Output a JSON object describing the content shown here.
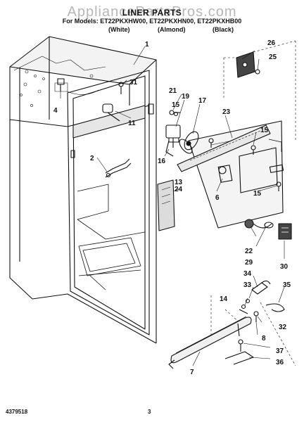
{
  "header": {
    "watermark": "AppliancePartsPros.com",
    "title": "LINER PARTS",
    "models": "For Models: ET22PKXHW00, ET22PKXHN00, ET22PKXHB00",
    "colors": [
      "(White)",
      "(Almond)",
      "(Black)"
    ]
  },
  "footer": {
    "doc_number": "4379518",
    "page_number": "3"
  },
  "callouts": [
    {
      "id": "c1",
      "label": "1"
    },
    {
      "id": "c2",
      "label": "2"
    },
    {
      "id": "c4",
      "label": "4"
    },
    {
      "id": "c6",
      "label": "6"
    },
    {
      "id": "c7",
      "label": "7"
    },
    {
      "id": "c8",
      "label": "8"
    },
    {
      "id": "c11",
      "label": "11"
    },
    {
      "id": "c13",
      "label": "13"
    },
    {
      "id": "c24",
      "label": "24"
    },
    {
      "id": "c14",
      "label": "14"
    },
    {
      "id": "c15a",
      "label": "15"
    },
    {
      "id": "c15b",
      "label": "15"
    },
    {
      "id": "c15c",
      "label": "15"
    },
    {
      "id": "c16",
      "label": "16"
    },
    {
      "id": "c17",
      "label": "17"
    },
    {
      "id": "c19",
      "label": "19"
    },
    {
      "id": "c21",
      "label": "21"
    },
    {
      "id": "c22",
      "label": "22"
    },
    {
      "id": "c23",
      "label": "23"
    },
    {
      "id": "c25",
      "label": "25"
    },
    {
      "id": "c26",
      "label": "26"
    },
    {
      "id": "c29",
      "label": "29"
    },
    {
      "id": "c30",
      "label": "30"
    },
    {
      "id": "c31",
      "label": "31"
    },
    {
      "id": "c32",
      "label": "32"
    },
    {
      "id": "c33",
      "label": "33"
    },
    {
      "id": "c34",
      "label": "34"
    },
    {
      "id": "c35",
      "label": "35"
    },
    {
      "id": "c36",
      "label": "36"
    },
    {
      "id": "c37",
      "label": "37"
    }
  ]
}
